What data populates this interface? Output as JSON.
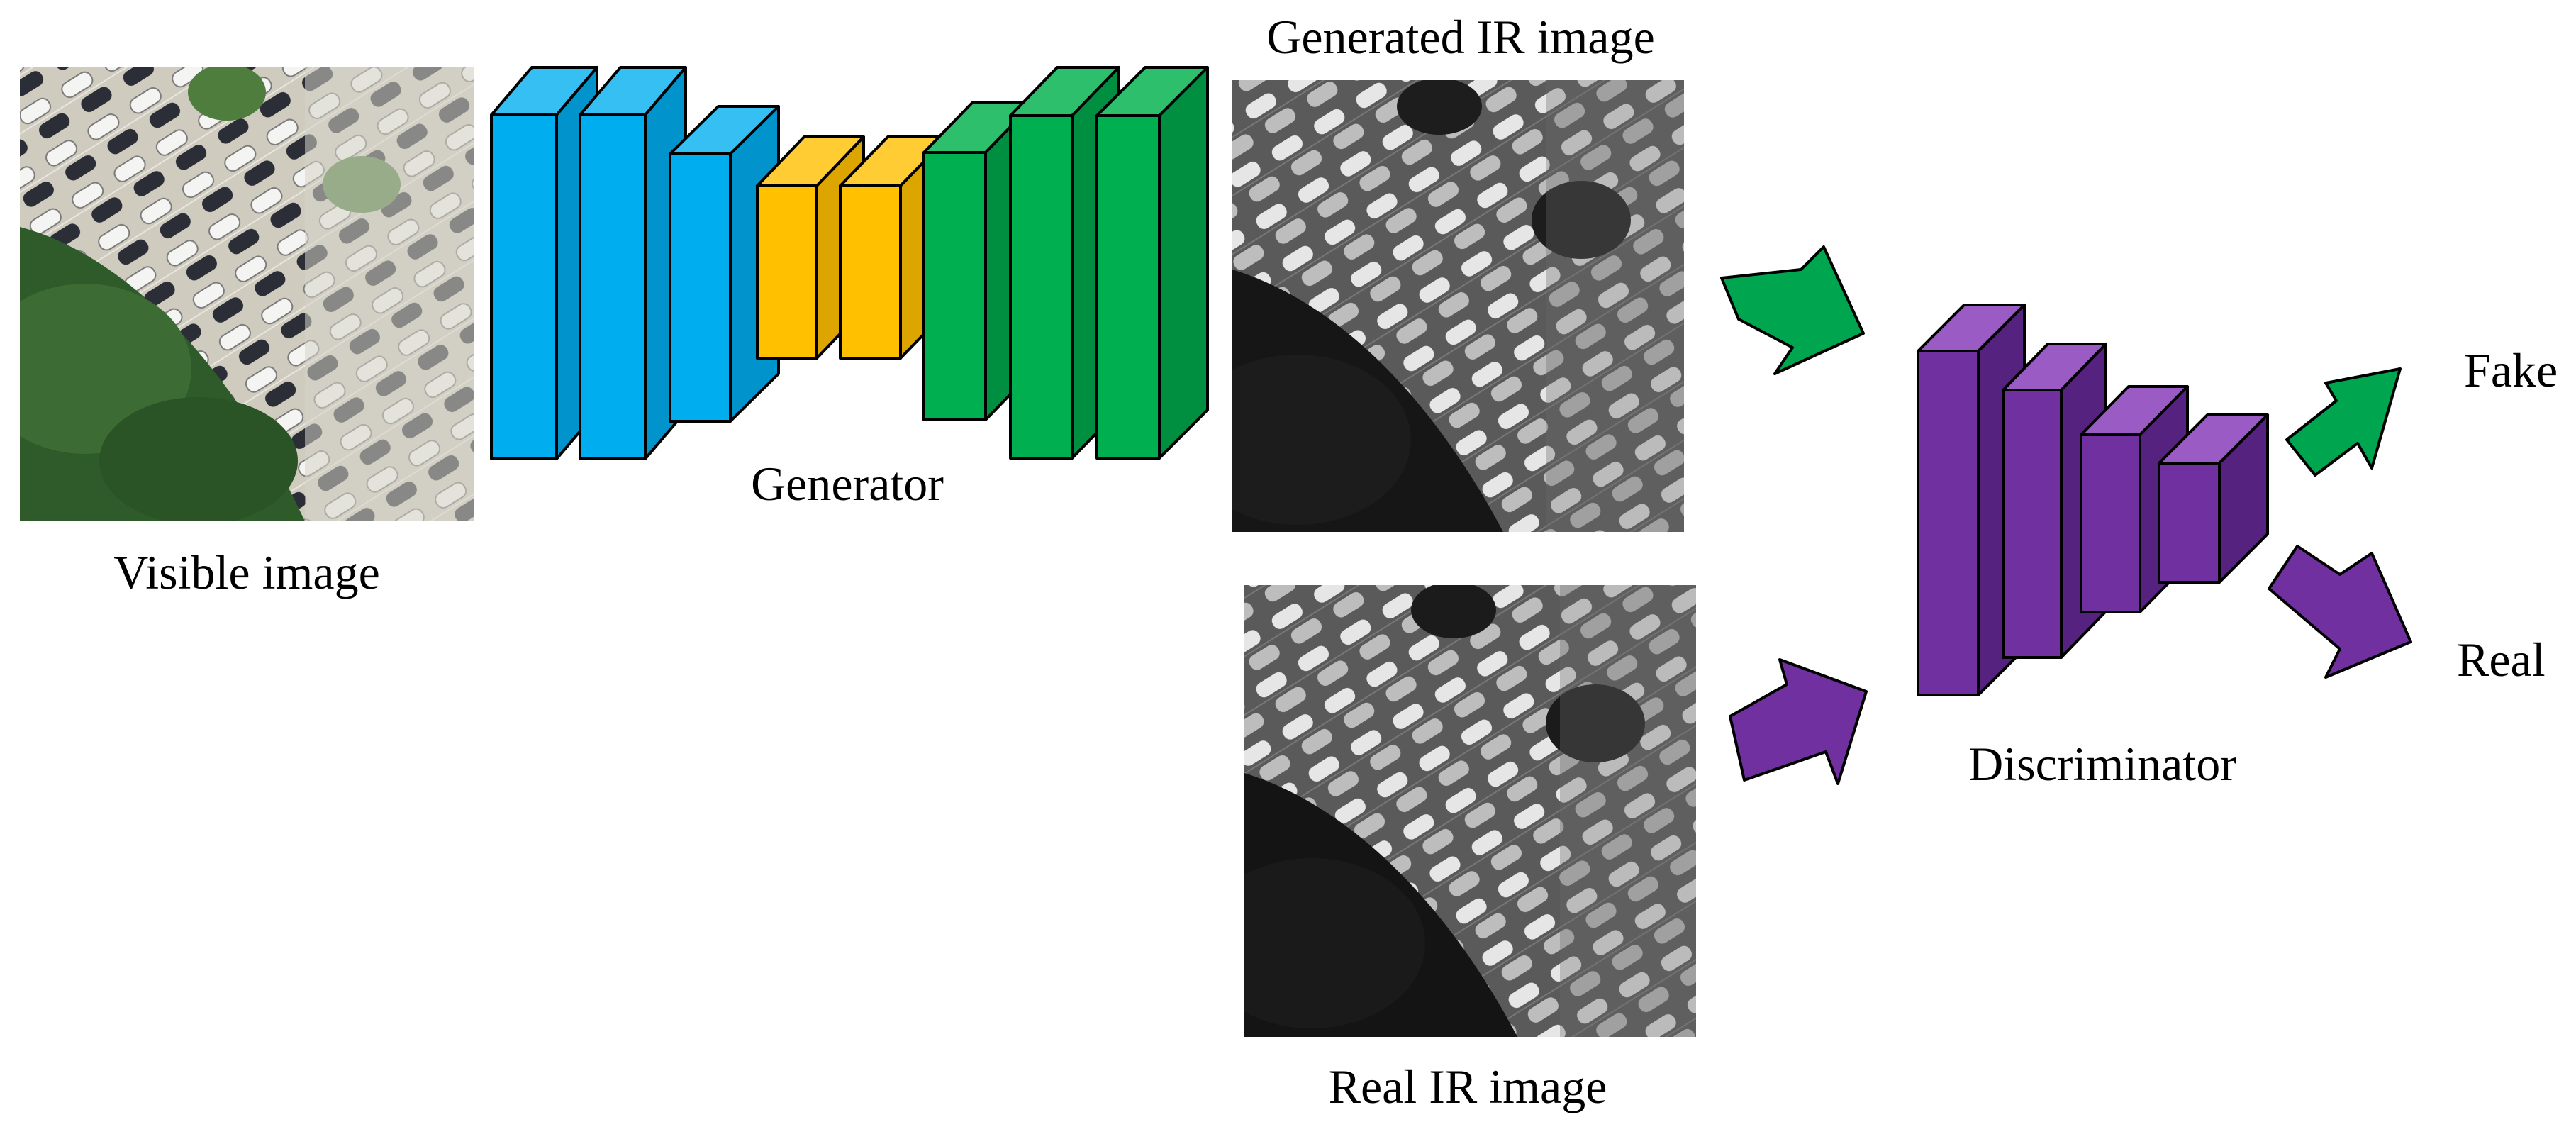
{
  "labels": {
    "visible_image": "Visible image",
    "generator": "Generator",
    "generated_ir_image": "Generated IR image",
    "real_ir_image": "Real IR image",
    "discriminator": "Discriminator",
    "fake": "Fake",
    "real": "Real"
  },
  "colors": {
    "encoder_blue": "#00aeef",
    "bottleneck_yellow": "#ffc000",
    "decoder_green": "#00b050",
    "discriminator_purple": "#7030a0",
    "arrow_green": "#00a64f",
    "arrow_purple": "#7030a0"
  },
  "icons": {
    "visible_image": "aerial-parking-lot-photo",
    "generated_ir_image": "grayscale-parking-lot-photo",
    "real_ir_image": "grayscale-parking-lot-photo"
  }
}
